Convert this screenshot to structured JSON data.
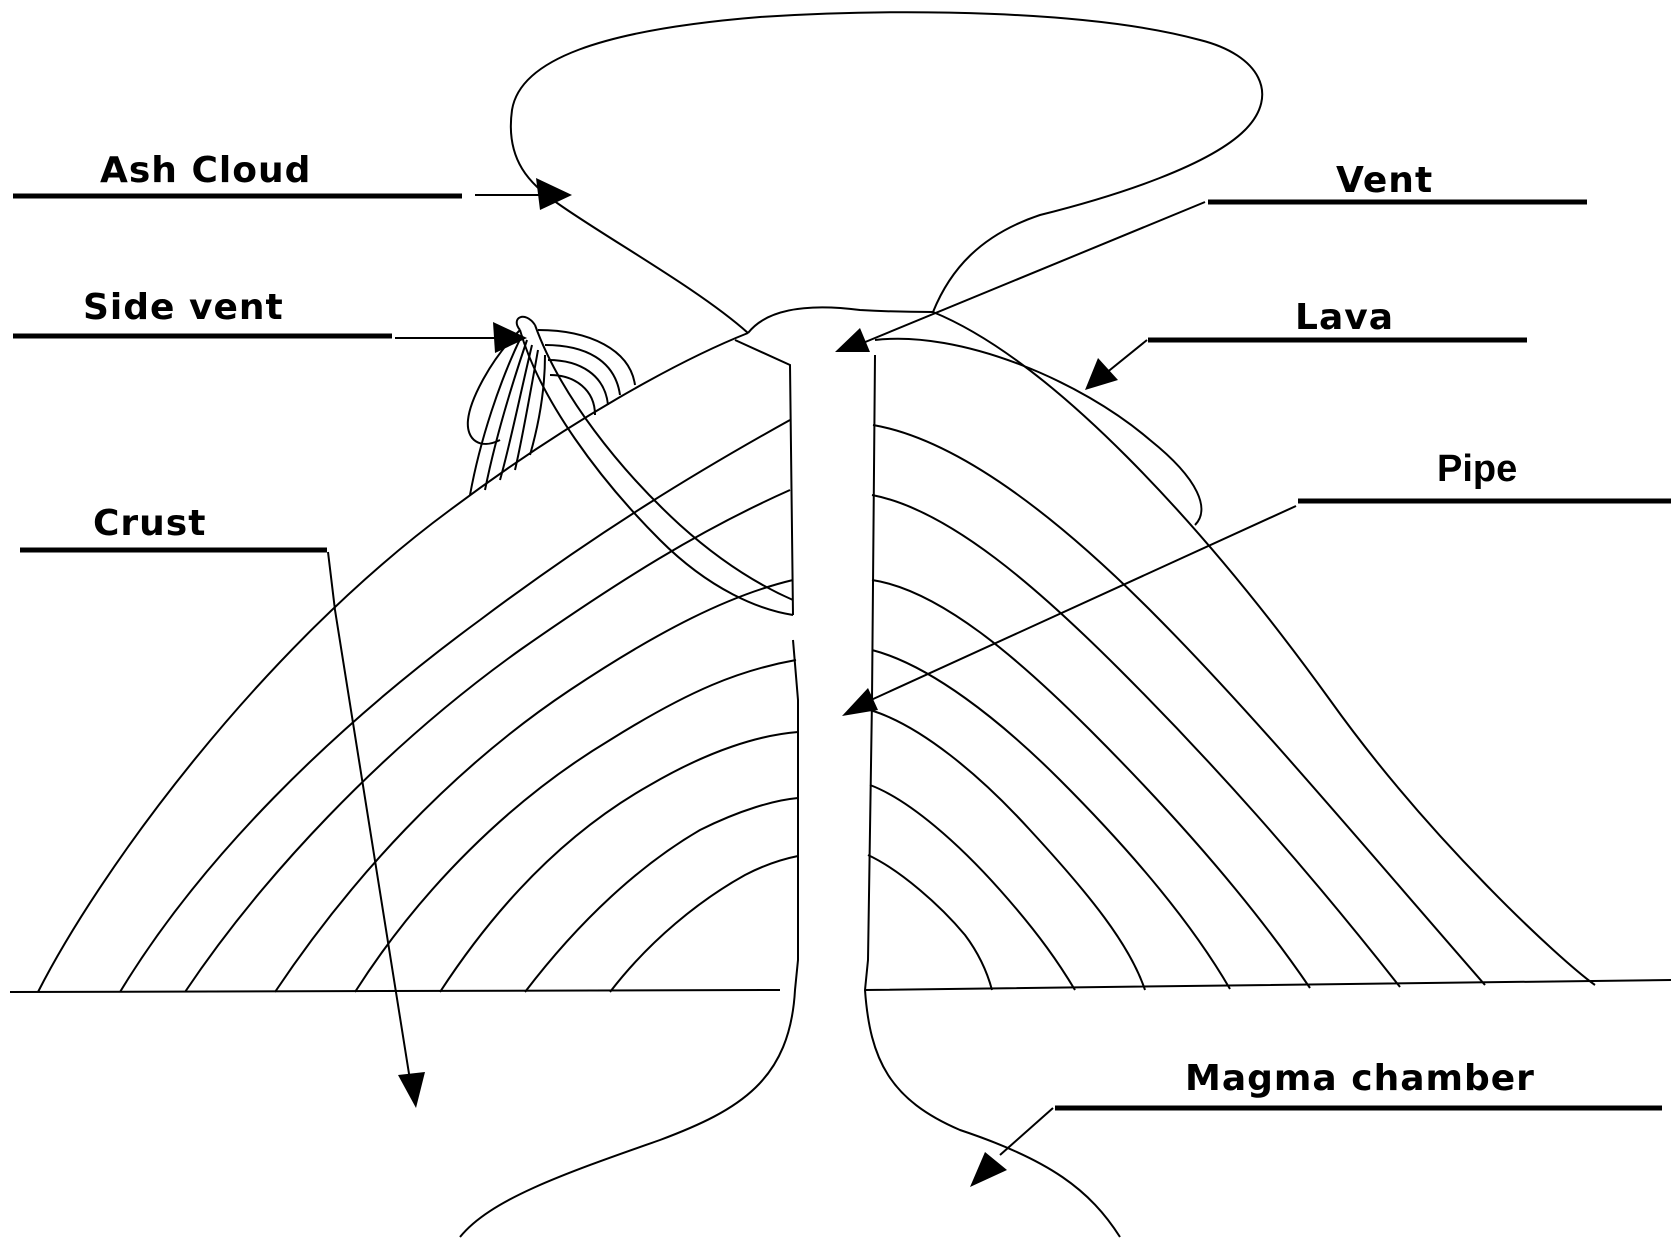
{
  "labels": {
    "ash_cloud": "Ash Cloud",
    "side_vent": "Side vent",
    "crust": "Crust",
    "vent": "Vent",
    "lava": "Lava",
    "pipe": "Pipe",
    "magma_chamber": "Magma chamber"
  },
  "colors": {
    "line": "#000000",
    "background": "#ffffff"
  }
}
